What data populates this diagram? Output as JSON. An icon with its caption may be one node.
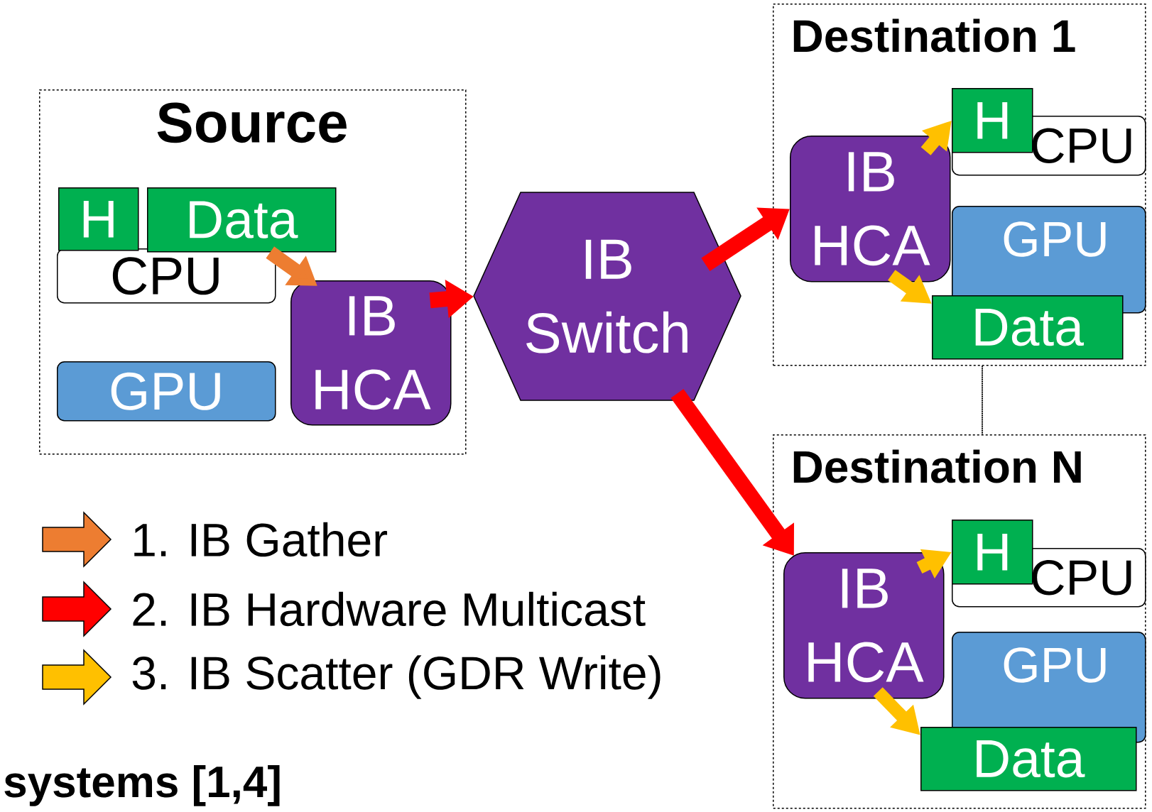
{
  "diagram": {
    "nodes": [
      {
        "text": [
          "Source"
        ]
      },
      {
        "text": [
          "H"
        ],
        "in": 0
      },
      {
        "text": [
          "Data"
        ],
        "in": 0
      },
      {
        "text": [
          "CPU"
        ],
        "in": 0
      },
      {
        "text": [
          "GPU"
        ],
        "in": 0
      },
      {
        "text": [
          "IB HCA"
        ],
        "in": 0
      },
      {
        "text": [
          "IB Switch"
        ]
      },
      {
        "text": [
          "Destination 1"
        ]
      },
      {
        "text": [
          "IB HCA"
        ],
        "in": 7
      },
      {
        "text": [
          "H"
        ],
        "in": 7
      },
      {
        "text": [
          "CPU"
        ],
        "in": 7
      },
      {
        "text": [
          "GPU"
        ],
        "in": 7
      },
      {
        "text": [
          "Data"
        ],
        "in": 7
      },
      {
        "text": [
          "Destination N"
        ]
      },
      {
        "text": [
          "IB HCA"
        ],
        "in": 13
      },
      {
        "text": [
          "H"
        ],
        "in": 13
      },
      {
        "text": [
          "CPU"
        ],
        "in": 13
      },
      {
        "text": [
          "GPU"
        ],
        "in": 13
      },
      {
        "text": [
          "Data"
        ],
        "in": 13
      }
    ],
    "edges": [
      {
        "from": 2,
        "to": 5,
        "arrow": "to",
        "color": "#ed7d31"
      },
      {
        "from": 5,
        "to": 6,
        "arrow": "to",
        "color": "#ff0000"
      },
      {
        "from": 6,
        "to": 8,
        "arrow": "to",
        "color": "#ff0000"
      },
      {
        "from": 6,
        "to": 14,
        "arrow": "to",
        "color": "#ff0000"
      },
      {
        "from": 8,
        "to": 9,
        "arrow": "to",
        "color": "#ffc000"
      },
      {
        "from": 8,
        "to": 12,
        "arrow": "to",
        "color": "#ffc000"
      },
      {
        "from": 14,
        "to": 15,
        "arrow": "to",
        "color": "#ffc000"
      },
      {
        "from": 14,
        "to": 18,
        "arrow": "to",
        "color": "#ffc000"
      },
      {
        "from": 7,
        "to": 13,
        "arrow": "none",
        "style": "dashed",
        "color": "#000000"
      }
    ],
    "labels": [
      "systems [1,4]"
    ],
    "legend": [
      {
        "text": "1. IB Gather",
        "color": "#ed7d31"
      },
      {
        "text": "2. IB Hardware Multicast",
        "color": "#ff0000"
      },
      {
        "text": "3. IB Scatter (GDR Write)",
        "color": "#ffc000"
      }
    ]
  }
}
